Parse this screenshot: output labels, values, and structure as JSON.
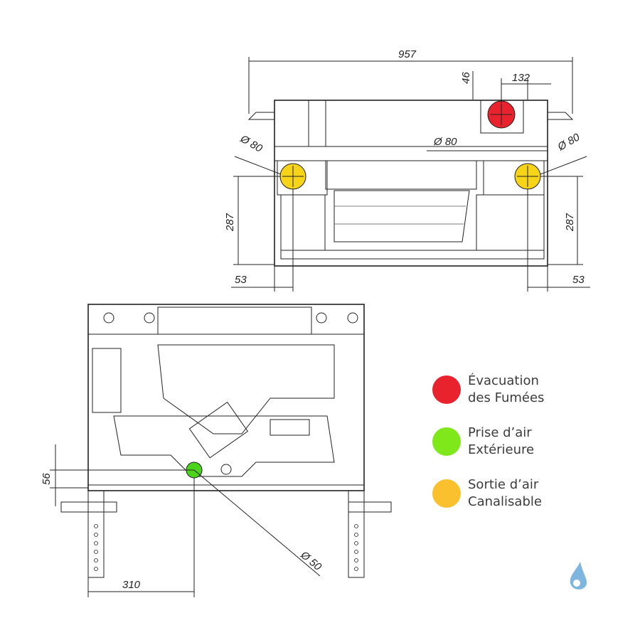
{
  "dimensions": {
    "total_width": "957",
    "flue_offset": "46",
    "flue_spacing": "132",
    "left_outlet_diameter": "Ø 80",
    "center_outlet_diameter": "Ø 80",
    "right_outlet_diameter": "Ø 80",
    "left_height": "287",
    "right_height": "287",
    "left_offset": "53",
    "right_offset": "53",
    "intake_height": "56",
    "intake_diameter": "Ø 50",
    "intake_offset": "310"
  },
  "legend": [
    {
      "line1": "Évacuation",
      "line2": "des Fumées",
      "color": "#e8232e"
    },
    {
      "line1": "Prise d’air",
      "line2": "Extérieure",
      "color": "#7ee81a"
    },
    {
      "line1": "Sortie d’air",
      "line2": "Canalisable",
      "color": "#fbc02d"
    }
  ],
  "colors": {
    "logo": "#7fb6e0"
  }
}
